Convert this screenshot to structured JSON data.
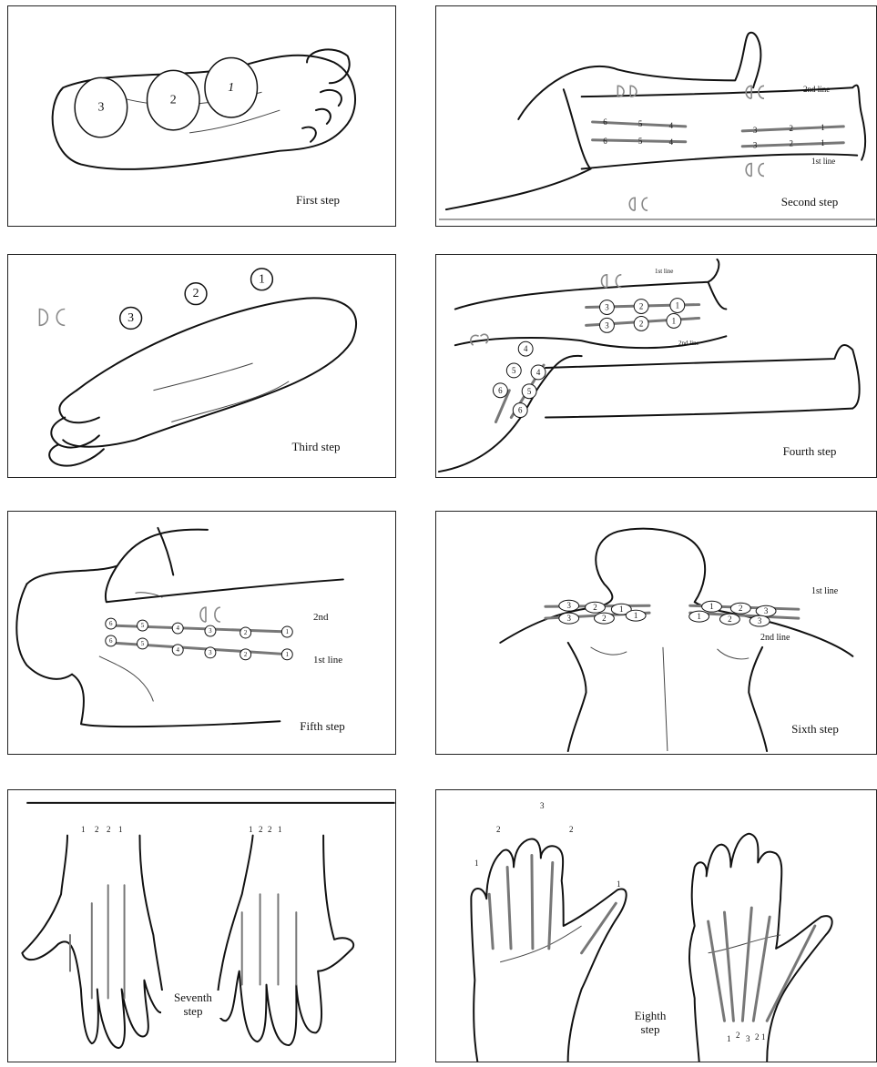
{
  "panels": {
    "first": {
      "caption": "First step",
      "markers": [
        "3",
        "2",
        "1"
      ]
    },
    "second": {
      "caption": "Second step",
      "line1": "1st line",
      "line2": "2nd line",
      "calf_markers": [
        "6",
        "5",
        "4"
      ],
      "foot_markers": [
        "3",
        "2",
        "1"
      ]
    },
    "third": {
      "caption": "Third step",
      "markers": [
        "3",
        "2",
        "1"
      ]
    },
    "fourth": {
      "caption": "Fourth step",
      "line1": "1st line",
      "line2": "2nd line",
      "shin_markers": [
        "3",
        "2",
        "1"
      ],
      "thigh_markers": [
        "4",
        "5",
        "6"
      ]
    },
    "fifth": {
      "caption": "Fifth step",
      "line2": "2nd",
      "line1": "1st line",
      "markers": [
        "6",
        "5",
        "4",
        "3",
        "2",
        "1"
      ]
    },
    "sixth": {
      "caption": "Sixth step",
      "line1": "1st line",
      "line2": "2nd line",
      "markers": [
        "3",
        "2",
        "1"
      ]
    },
    "seventh": {
      "caption_line1": "Seventh",
      "caption_line2": "step",
      "finger_labels": [
        "1",
        "2",
        "2",
        "1"
      ]
    },
    "eighth": {
      "caption_line1": "Eighth",
      "caption_line2": "step",
      "finger_labels": [
        "1",
        "2",
        "3",
        "2",
        "1"
      ]
    }
  },
  "colors": {
    "ink": "#111111",
    "arrow": "#777777",
    "symbol": "#888888"
  }
}
